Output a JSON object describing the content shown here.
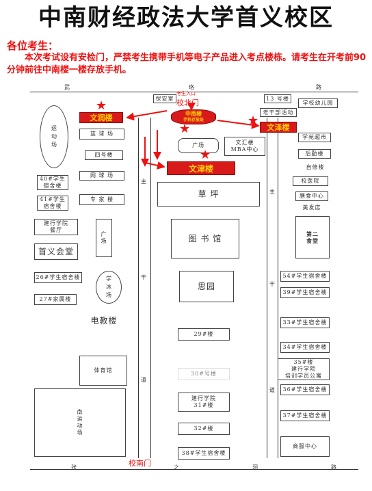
{
  "title": "中南财经政法大学首义校区",
  "notice": {
    "heading": "各位考生：",
    "body": "本次考试设有安检门，严禁考生携带手机等电子产品进入考点楼栋。请考生在开考前90分钟前往中南楼一楼存放手机。"
  },
  "roads": {
    "north": [
      "武",
      "珞",
      "路"
    ],
    "south": [
      "张",
      "之",
      "洞",
      "路"
    ],
    "west_main": [
      "主",
      "干",
      "道"
    ],
    "east_main": [
      "主",
      "干",
      "道"
    ]
  },
  "gates": {
    "north_note": "考生入口",
    "north": "校北门",
    "south": "校南门"
  },
  "highlight": {
    "wenrun": "文润楼",
    "wenze": "文泽楼",
    "wenjin": "文津楼",
    "zhongnan": "中南楼",
    "zhongnan_note": "手机存放处"
  },
  "buildings": {
    "guard": "保安室",
    "playground": "运\n动\n场",
    "basketball": "篮 球 场",
    "building4": "四号楼",
    "tennis": "网 球 场",
    "dorm40": "40#学生\n宿舍楼",
    "dorm41": "41#学生\n宿舍楼",
    "expert": "专 家 楼",
    "jianhang_canteen": "建行学院\n餐厅",
    "square_w": "广\n场",
    "shouyi_hall": "首义会堂",
    "dorm26": "26#学生宿舍楼",
    "xiabing": "学\n冰\n场",
    "family27": "27#家属楼",
    "dianjiao": "电教楼",
    "gym": "体育馆",
    "south_field": "南\n运\n动\n场",
    "square_n": "广场",
    "wenhui": "文汇楼\nMBA中心",
    "lawn": "草  坪",
    "library": "图  书  馆",
    "siyuan": "思园",
    "b29": "29#楼",
    "b30": "30#号楼",
    "jh31": "建行学院\n31#楼",
    "b32": "32#楼",
    "dorm38": "38#学生宿舍楼",
    "b13": "13 号楼",
    "old_cadre": "老干部活动",
    "kindergarten": "学校幼儿园",
    "xueyuan_market": "学苑超市",
    "logistics": "后勤楼",
    "ziqin": "自修楼",
    "hospital": "校医院",
    "food": "膳食中心",
    "barber": "美发店",
    "canteen2": "第二\n食堂",
    "dorm54": "54#学生宿舍楼",
    "dorm39": "39#学生宿舍楼",
    "dorm33": "33#学生宿舍楼",
    "dorm34": "34#学生宿舍楼",
    "b35": "35#楼\n建行学院\n培训学员公寓",
    "dorm36": "36#学生宿舍楼",
    "dorm37": "37#学生宿舍楼",
    "commerce": "商服中心"
  },
  "colors": {
    "highlight_red": "#d91a1a",
    "highlight_text": "#ffd200",
    "notice_red": "#e11"
  }
}
